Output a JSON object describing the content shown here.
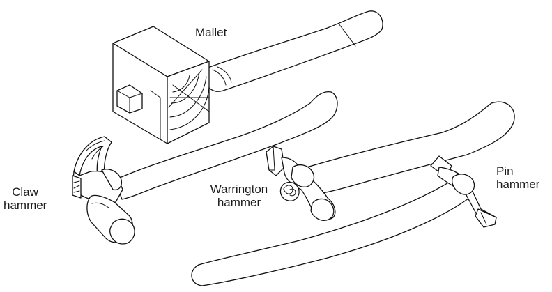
{
  "labels": {
    "mallet": "Mallet",
    "claw_1": "Claw",
    "claw_2": "hammer",
    "warrington_1": "Warrington",
    "warrington_2": "hammer",
    "pin_1": "Pin",
    "pin_2": "hammer"
  }
}
